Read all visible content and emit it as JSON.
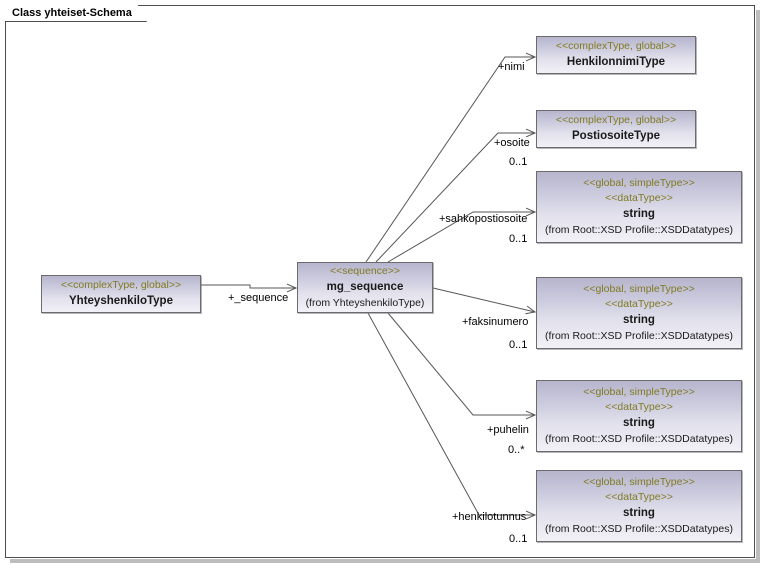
{
  "frame": {
    "tab_label": "Class yhteiset-Schema"
  },
  "nodes": {
    "source": {
      "stereotype": "<<complexType, global>>",
      "name": "YhteyshenkiloType"
    },
    "sequence": {
      "stereotype": "<<sequence>>",
      "name": "mg_sequence",
      "from": "(from YhteyshenkiloType)"
    },
    "henkilonnimi": {
      "stereotype": "<<complexType, global>>",
      "name": "HenkilonnimiType"
    },
    "postiosoite": {
      "stereotype": "<<complexType, global>>",
      "name": "PostiosoiteType"
    },
    "string_sahkoposti": {
      "stereotype1": "<<global, simpleType>>",
      "stereotype2": "<<dataType>>",
      "name": "string",
      "from": "(from Root::XSD Profile::XSDDatatypes)"
    },
    "string_faksi": {
      "stereotype1": "<<global, simpleType>>",
      "stereotype2": "<<dataType>>",
      "name": "string",
      "from": "(from Root::XSD Profile::XSDDatatypes)"
    },
    "string_puhelin": {
      "stereotype1": "<<global, simpleType>>",
      "stereotype2": "<<dataType>>",
      "name": "string",
      "from": "(from Root::XSD Profile::XSDDatatypes)"
    },
    "string_henkilotunnus": {
      "stereotype1": "<<global, simpleType>>",
      "stereotype2": "<<dataType>>",
      "name": "string",
      "from": "(from Root::XSD Profile::XSDDatatypes)"
    }
  },
  "edges": {
    "sequence": {
      "role": "+_sequence",
      "multiplicity": ""
    },
    "nimi": {
      "role": "+nimi",
      "multiplicity": ""
    },
    "osoite": {
      "role": "+osoite",
      "multiplicity": "0..1"
    },
    "sahkopostiosoite": {
      "role": "+sahkopostiosoite",
      "multiplicity": "0..1"
    },
    "faksinumero": {
      "role": "+faksinumero",
      "multiplicity": "0..1"
    },
    "puhelin": {
      "role": "+puhelin",
      "multiplicity": "0..*"
    },
    "henkilotunnus": {
      "role": "+henkilotunnus",
      "multiplicity": "0..1"
    }
  },
  "colors": {
    "box_border": "#6b6b6b",
    "stereotype_text": "#807a22",
    "name_text": "#1a1a1a",
    "frame_border": "#4d4d4d",
    "connector": "#565656",
    "gradient_top": "#b6b5cd",
    "gradient_bottom": "#f2f1f7"
  }
}
